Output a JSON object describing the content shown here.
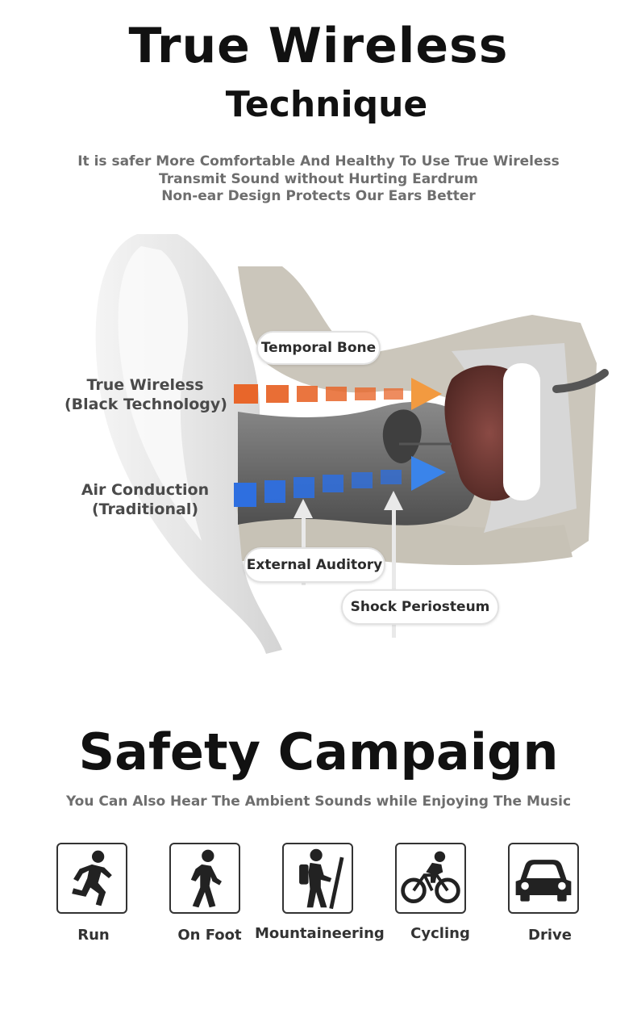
{
  "header": {
    "title_line1": "True Wireless",
    "title_line2": "Technique",
    "subtitle_lines": [
      "It is safer More Comfortable And Healthy To Use True Wireless",
      "Transmit Sound without Hurting Eardrum",
      "Non-ear Design Protects Our Ears Better"
    ]
  },
  "diagram": {
    "left_labels": {
      "true_wireless": [
        "True Wireless",
        "(Black Technology)"
      ],
      "air_conduction": [
        "Air Conduction",
        "(Traditional)"
      ]
    },
    "callouts": {
      "temporal_bone": "Temporal Bone",
      "external_auditory": "External Auditory",
      "shock_periosteum": "Shock Periosteum"
    },
    "colors": {
      "orange_arrow": "#e8662a",
      "blue_arrow": "#2e6fe0",
      "bone": "#cbc6bb",
      "canal": "#6b6b6b",
      "cochlea": "#6a3a35"
    }
  },
  "safety": {
    "title": "Safety Campaign",
    "subtitle": "You Can Also Hear The Ambient Sounds while Enjoying The Music",
    "activities": [
      {
        "label": "Run",
        "icon": "running-person-icon"
      },
      {
        "label": "On Foot",
        "icon": "walking-person-icon"
      },
      {
        "label": "Mountaineering",
        "icon": "hiker-icon"
      },
      {
        "label": "Cycling",
        "icon": "cyclist-icon"
      },
      {
        "label": "Drive",
        "icon": "car-icon"
      }
    ]
  }
}
